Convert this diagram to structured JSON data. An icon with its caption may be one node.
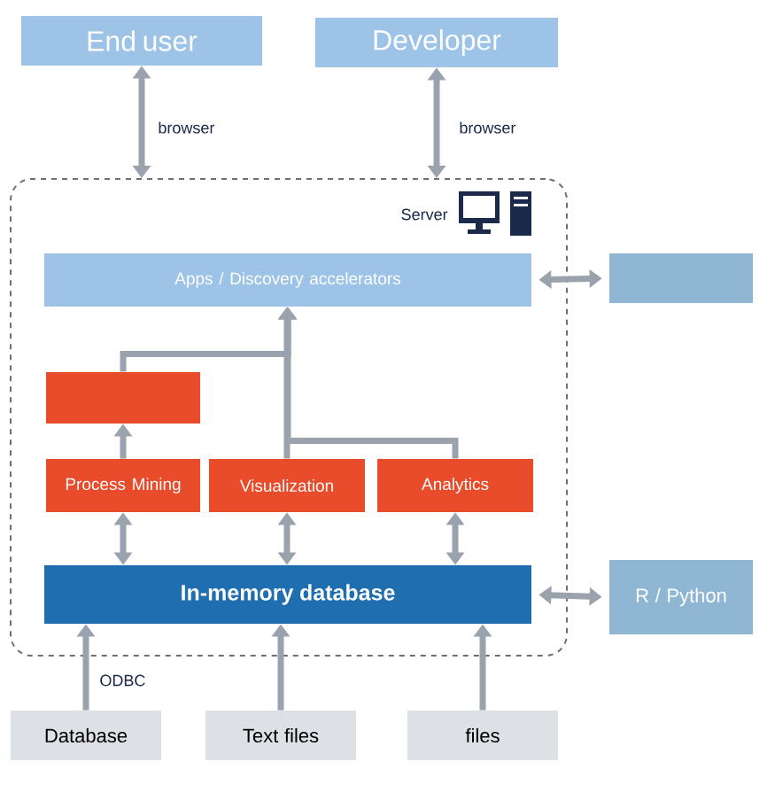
{
  "diagram": {
    "nodes": [
      {
        "text": [
          "End user"
        ]
      },
      {
        "text": [
          "Developer"
        ]
      },
      {
        "text": [
          "Server"
        ]
      },
      {
        "text": [
          "Apps / Discovery accelerators"
        ],
        "in": 2
      },
      {
        "text": [],
        "shape": "box"
      },
      {
        "text": [],
        "shape": "box",
        "in": 2
      },
      {
        "text": [
          "Process Mining"
        ],
        "in": 2
      },
      {
        "text": [
          "Visualization"
        ],
        "in": 2
      },
      {
        "text": [
          "Analytics"
        ],
        "in": 2
      },
      {
        "text": [
          "In-memory database"
        ],
        "in": 2
      },
      {
        "text": [
          "R / Python"
        ]
      },
      {
        "text": [
          "Database"
        ]
      },
      {
        "text": [
          "Text files"
        ]
      },
      {
        "text": [
          "files"
        ]
      }
    ],
    "edges": [
      {
        "from": 0,
        "to": 2,
        "arrow": "both",
        "label": "browser"
      },
      {
        "from": 1,
        "to": 2,
        "arrow": "both",
        "label": "browser"
      },
      {
        "from": 3,
        "to": 4,
        "arrow": "both"
      },
      {
        "from": 6,
        "to": 5,
        "arrow": "to"
      },
      {
        "from": 5,
        "to": 3,
        "arrow": "to"
      },
      {
        "from": 7,
        "to": 3,
        "arrow": "to"
      },
      {
        "from": 8,
        "to": 3,
        "arrow": "to"
      },
      {
        "from": 9,
        "to": 6,
        "arrow": "both"
      },
      {
        "from": 9,
        "to": 7,
        "arrow": "both"
      },
      {
        "from": 9,
        "to": 8,
        "arrow": "both"
      },
      {
        "from": 9,
        "to": 10,
        "arrow": "both"
      },
      {
        "from": 11,
        "to": 9,
        "arrow": "to",
        "label": "ODBC"
      },
      {
        "from": 12,
        "to": 9,
        "arrow": "to"
      },
      {
        "from": 13,
        "to": 9,
        "arrow": "to"
      }
    ]
  }
}
